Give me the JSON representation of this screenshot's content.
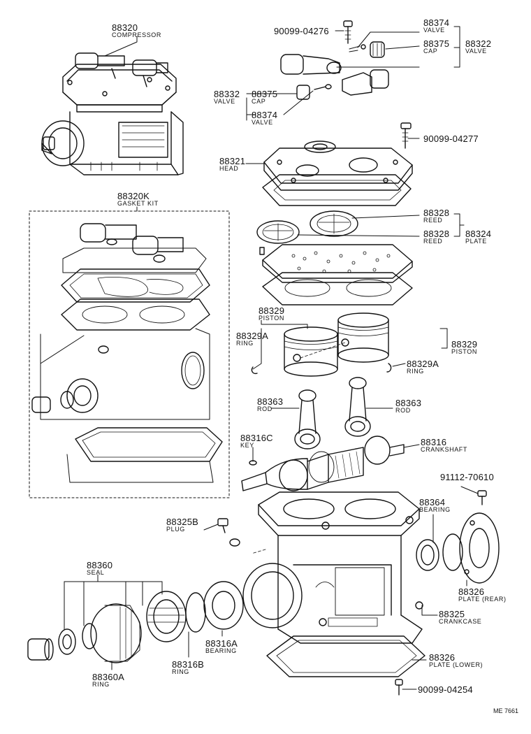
{
  "parts": [
    {
      "key": "compressor",
      "number": "88320",
      "name": "COMPRESSOR"
    },
    {
      "key": "gasket_kit",
      "number": "88320K",
      "name": "GASKET KIT"
    },
    {
      "key": "bolt_top",
      "number": "90099-04276",
      "name": ""
    },
    {
      "key": "valve_top",
      "number": "88374",
      "name": "VALVE"
    },
    {
      "key": "cap_top",
      "number": "88375",
      "name": "CAP"
    },
    {
      "key": "valve_assy_right",
      "number": "88322",
      "name": "VALVE"
    },
    {
      "key": "valve_assy_left",
      "number": "88332",
      "name": "VALVE"
    },
    {
      "key": "cap_mid",
      "number": "88375",
      "name": "CAP"
    },
    {
      "key": "valve_mid",
      "number": "88374",
      "name": "VALVE"
    },
    {
      "key": "bolt_head",
      "number": "90099-04277",
      "name": ""
    },
    {
      "key": "head",
      "number": "88321",
      "name": "HEAD"
    },
    {
      "key": "reed_1",
      "number": "88328",
      "name": "REED"
    },
    {
      "key": "reed_2",
      "number": "88328",
      "name": "REED"
    },
    {
      "key": "plate",
      "number": "88324",
      "name": "PLATE"
    },
    {
      "key": "piston_left",
      "number": "88329",
      "name": "PISTON"
    },
    {
      "key": "ring_left",
      "number": "88329A",
      "name": "RING"
    },
    {
      "key": "piston_right",
      "number": "88329",
      "name": "PISTON"
    },
    {
      "key": "ring_right",
      "number": "88329A",
      "name": "RING"
    },
    {
      "key": "rod_left",
      "number": "88363",
      "name": "ROD"
    },
    {
      "key": "rod_right",
      "number": "88363",
      "name": "ROD"
    },
    {
      "key": "key",
      "number": "88316C",
      "name": "KEY"
    },
    {
      "key": "crankshaft",
      "number": "88316",
      "name": "CRANKSHAFT"
    },
    {
      "key": "bolt_rear",
      "number": "91112-70610",
      "name": ""
    },
    {
      "key": "bearing_rear",
      "number": "88364",
      "name": "BEARING"
    },
    {
      "key": "plug",
      "number": "88325B",
      "name": "PLUG"
    },
    {
      "key": "seal",
      "number": "88360",
      "name": "SEAL"
    },
    {
      "key": "plate_rear",
      "number": "88326",
      "name": "PLATE (REAR)"
    },
    {
      "key": "crankcase",
      "number": "88325",
      "name": "CRANKCASE"
    },
    {
      "key": "bearing_front",
      "number": "88316A",
      "name": "BEARING"
    },
    {
      "key": "ring_snap",
      "number": "88316B",
      "name": "RING"
    },
    {
      "key": "ring_seal",
      "number": "88360A",
      "name": "RING"
    },
    {
      "key": "plate_lower",
      "number": "88326",
      "name": "PLATE (LOWER)"
    },
    {
      "key": "bolt_lower",
      "number": "90099-04254",
      "name": ""
    }
  ],
  "drawing_code": "ME 7661"
}
